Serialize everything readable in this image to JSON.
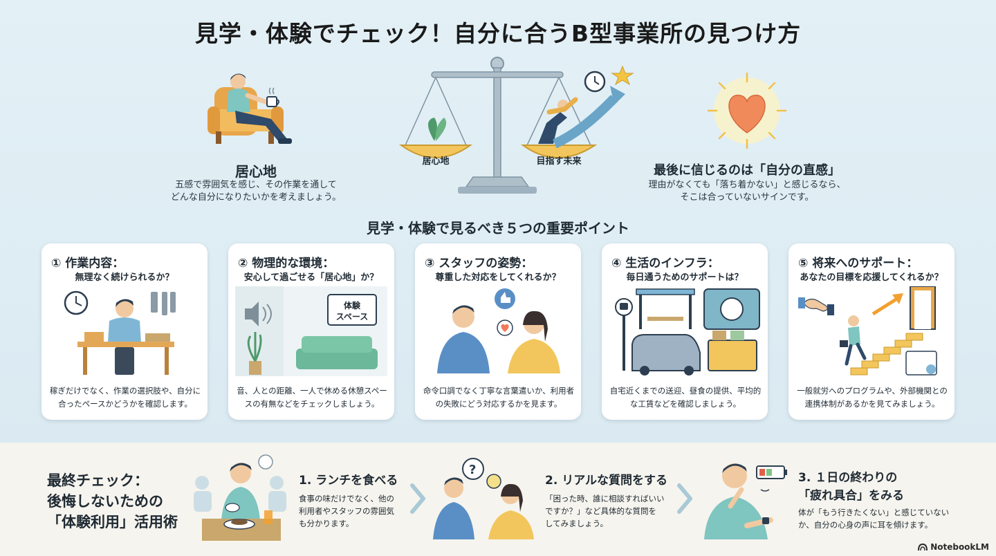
{
  "title": "見学・体験でチェック！自分に合うB型事業所の見つけ方",
  "hero": {
    "left": {
      "heading": "居心地",
      "text_line1": "五感で雰囲気を感じ、その作業を通して",
      "text_line2": "どんな自分になりたいかを考えましょう。",
      "icons": [
        "relaxing-person-icon",
        "armchair-icon",
        "coffee-cup-icon"
      ]
    },
    "center": {
      "left_pan_label": "居心地",
      "right_pan_label": "目指す未来",
      "icons": [
        "balance-scale-icon",
        "plant-icon",
        "climbing-person-icon",
        "clock-icon",
        "star-icon",
        "arrow-up-icon"
      ]
    },
    "right": {
      "heading": "最後に信じるのは「自分の直感」",
      "text_line1": "理由がなくても「落ち着かない」と感じるなら、",
      "text_line2": "そこは合っていないサインです。",
      "icons": [
        "glowing-heart-icon"
      ]
    }
  },
  "points_title": "見学・体験で見るべき５つの重要ポイント",
  "points": [
    {
      "title": "① 作業内容：",
      "subtitle": "無理なく続けられるか？",
      "desc": "稼ぎだけでなく、作業の選択肢や、自分に合ったペースかどうかを確認します。",
      "icon": "worker-at-desk-icon"
    },
    {
      "title": "② 物理的な環境：",
      "subtitle": "安心して過ごせる「居心地」か？",
      "desc": "音、人との距離、一人で休める休憩スペースの有無などをチェックしましょう。",
      "sign": "体験\nスペース",
      "icon": "rest-space-icon"
    },
    {
      "title": "③ スタッフの姿勢：",
      "subtitle": "尊重した対応をしてくれるか？",
      "desc": "命令口調でなく丁寧な言葉遣いか、利用者の失敗にどう対応するかを見ます。",
      "icon": "staff-conversation-icon"
    },
    {
      "title": "④ 生活のインフラ：",
      "subtitle": "毎日通うためのサポートは？",
      "desc": "自宅近くまでの送迎、昼食の提供、平均的な工賃などを確認しましょう。",
      "icon": "bus-and-meal-icon"
    },
    {
      "title": "⑤ 将来へのサポート：",
      "subtitle": "あなたの目標を応援してくれるか？",
      "desc": "一般就労へのプログラムや、外部機関との連携体制があるかを見てみましょう。",
      "icon": "career-stairs-icon"
    }
  ],
  "final": {
    "title_line1": "最終チェック：",
    "title_line2": "後悔しないための",
    "title_line3": "「体験利用」活用術",
    "steps": [
      {
        "title": "1. ランチを食べる",
        "desc_line1": "食事の味だけでなく、他の",
        "desc_line2": "利用者やスタッフの雰囲気",
        "desc_line3": "も分かります。",
        "icon": "eating-lunch-icon"
      },
      {
        "title": "2. リアルな質問をする",
        "desc_line1": "「困った時、誰に相談すればいい",
        "desc_line2": "ですか？」など具体的な質問を",
        "desc_line3": "してみましょう。",
        "icon": "asking-question-icon"
      },
      {
        "title_line1": "3. １日の終わりの",
        "title_line2": "「疲れ具合」をみる",
        "desc_line1": "体が「もう行きたくない」と感じていない",
        "desc_line2": "か、自分の心身の声に耳を傾けます。",
        "icon": "tired-person-icon"
      }
    ]
  },
  "brand": "NotebookLM",
  "colors": {
    "background": "#dcecf3",
    "card": "#ffffff",
    "accent_teal": "#5fb0b0",
    "accent_yellow": "#f3c65a",
    "heart": "#f08a5a"
  }
}
